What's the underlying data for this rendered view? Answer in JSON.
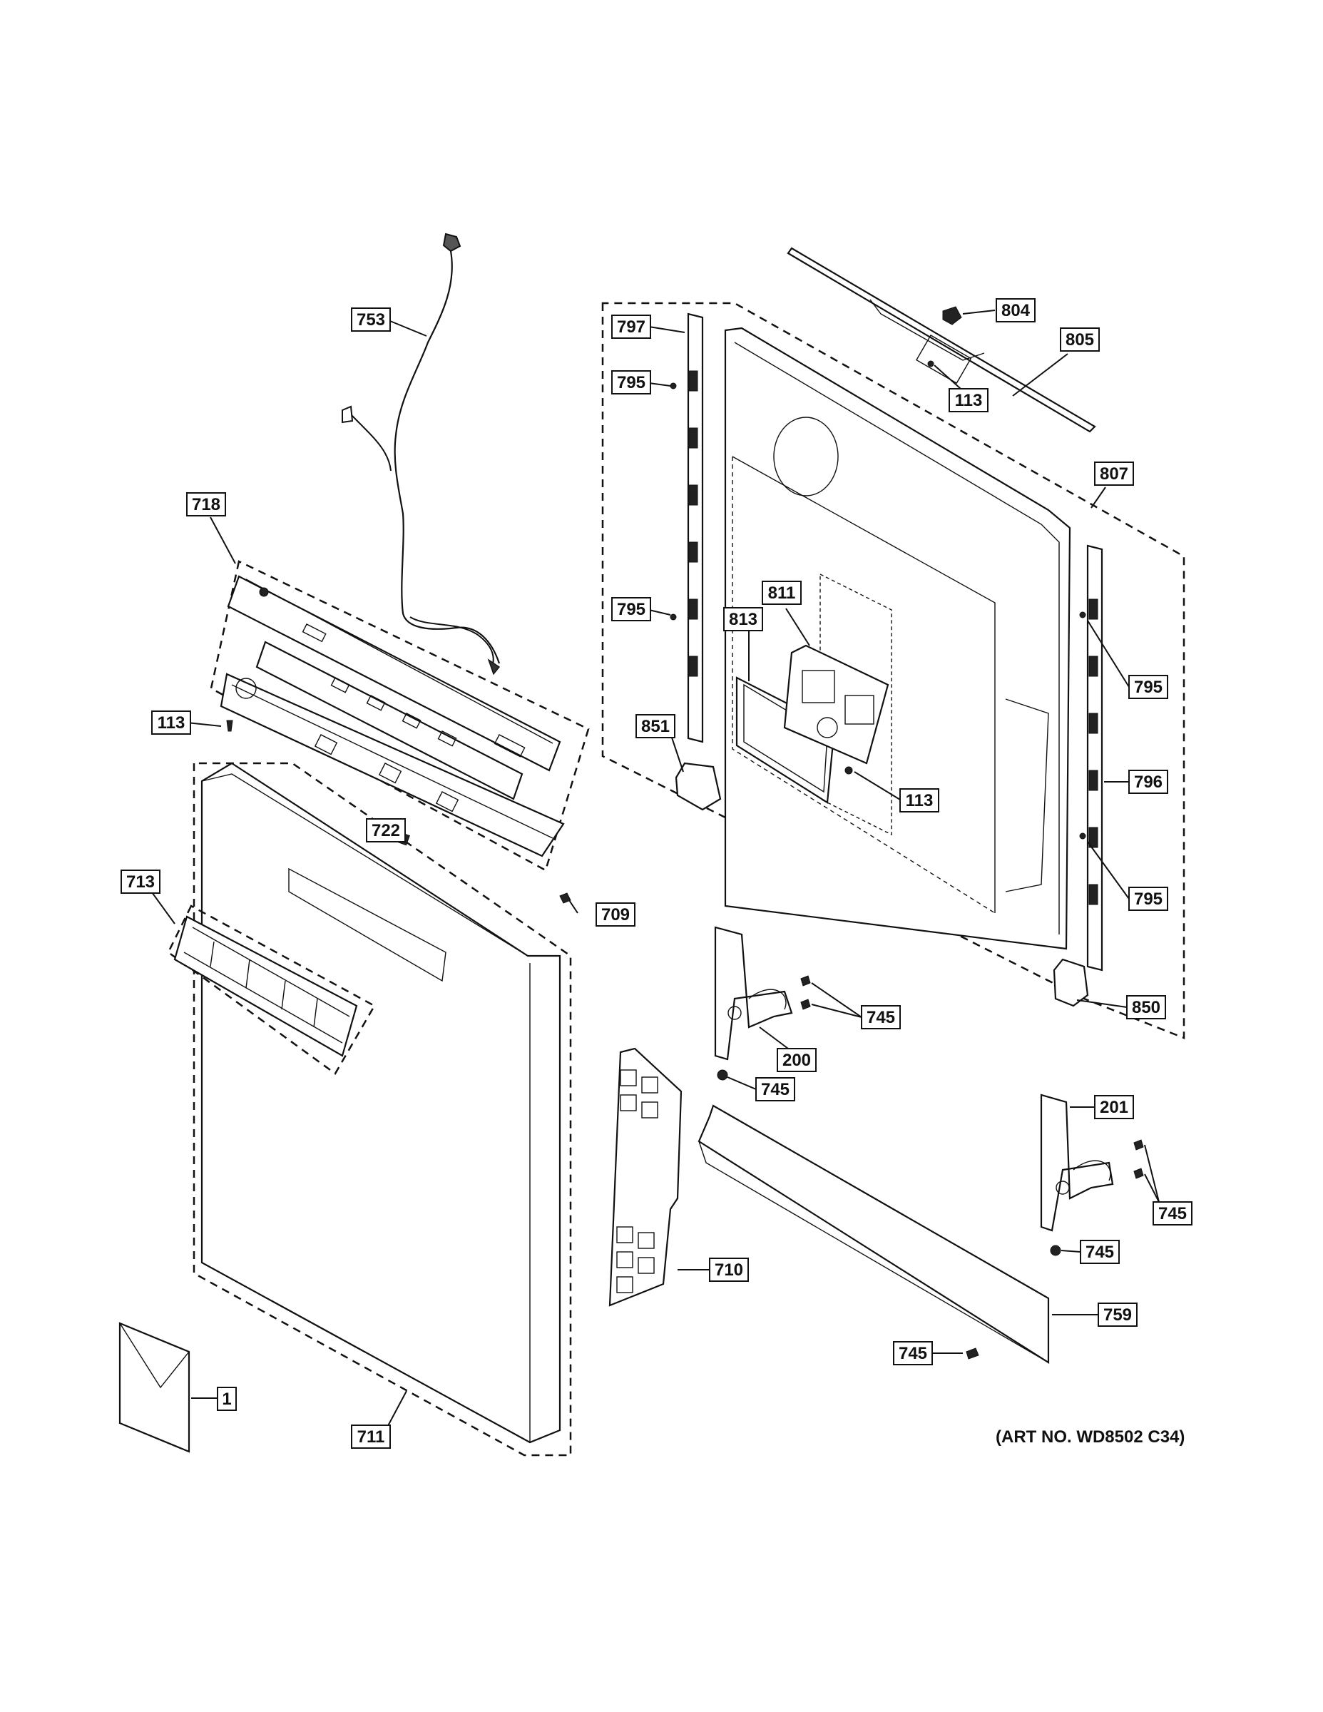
{
  "diagram": {
    "art_number": "(ART NO. WD8502 C34)",
    "callouts": [
      {
        "id": "c-753",
        "label": "753"
      },
      {
        "id": "c-718",
        "label": "718"
      },
      {
        "id": "c-113-left",
        "label": "113"
      },
      {
        "id": "c-722",
        "label": "722"
      },
      {
        "id": "c-713",
        "label": "713"
      },
      {
        "id": "c-709",
        "label": "709"
      },
      {
        "id": "c-1",
        "label": "1"
      },
      {
        "id": "c-711",
        "label": "711"
      },
      {
        "id": "c-797",
        "label": "797"
      },
      {
        "id": "c-795-a",
        "label": "795"
      },
      {
        "id": "c-795-b",
        "label": "795"
      },
      {
        "id": "c-804",
        "label": "804"
      },
      {
        "id": "c-805",
        "label": "805"
      },
      {
        "id": "c-113-top",
        "label": "113"
      },
      {
        "id": "c-807",
        "label": "807"
      },
      {
        "id": "c-811",
        "label": "811"
      },
      {
        "id": "c-813",
        "label": "813"
      },
      {
        "id": "c-851",
        "label": "851"
      },
      {
        "id": "c-113-mid",
        "label": "113"
      },
      {
        "id": "c-795-c",
        "label": "795"
      },
      {
        "id": "c-796",
        "label": "796"
      },
      {
        "id": "c-795-d",
        "label": "795"
      },
      {
        "id": "c-850",
        "label": "850"
      },
      {
        "id": "c-745-a",
        "label": "745"
      },
      {
        "id": "c-200",
        "label": "200"
      },
      {
        "id": "c-745-b",
        "label": "745"
      },
      {
        "id": "c-201",
        "label": "201"
      },
      {
        "id": "c-745-c",
        "label": "745"
      },
      {
        "id": "c-745-d",
        "label": "745"
      },
      {
        "id": "c-710",
        "label": "710"
      },
      {
        "id": "c-759",
        "label": "759"
      },
      {
        "id": "c-745-e",
        "label": "745"
      }
    ]
  }
}
